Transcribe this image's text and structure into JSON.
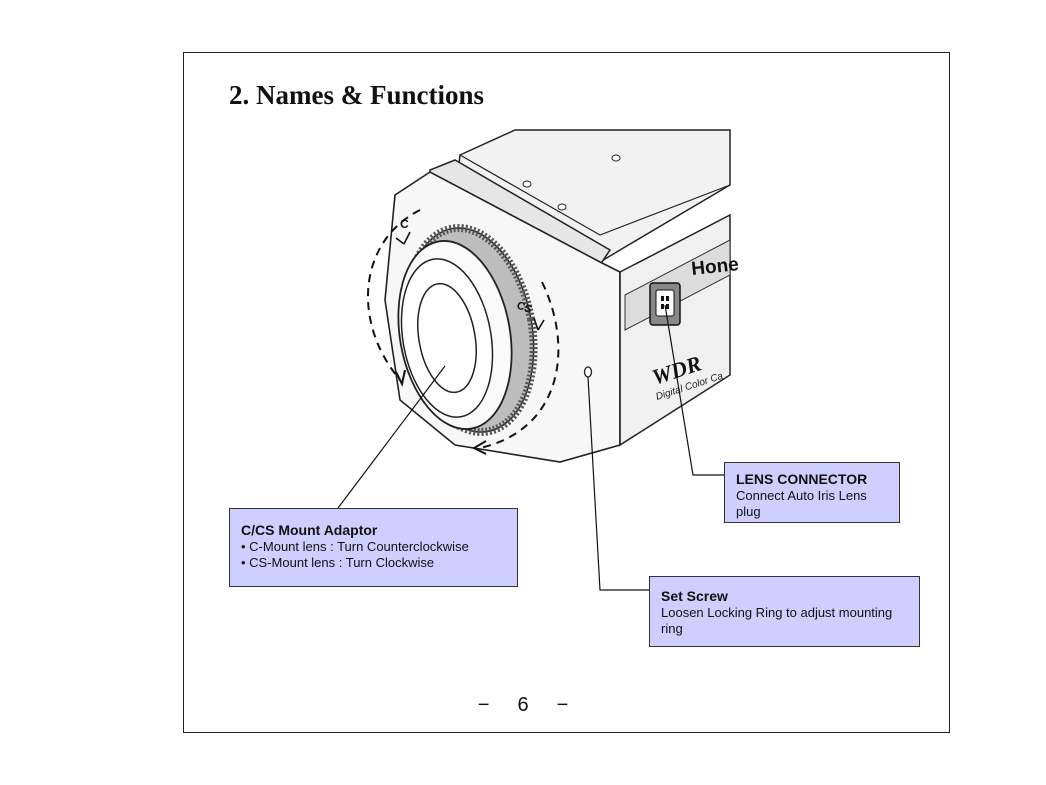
{
  "page": {
    "title": "2. Names & Functions",
    "number": "6",
    "dash": "−"
  },
  "illustration": {
    "brand_fragment": "Hone",
    "logo_fragment": "WDR",
    "subtitle_fragment": "Digital Color Ca",
    "ring_label_c": "C",
    "ring_label_cs": "CS"
  },
  "callouts": {
    "lens_connector": {
      "heading": "LENS CONNECTOR",
      "lines": [
        "Connect Auto Iris Lens",
        "plug"
      ]
    },
    "mount_adaptor": {
      "heading": "C/CS Mount Adaptor",
      "lines": [
        "• C-Mount lens :  Turn Counterclockwise",
        "• CS-Mount lens :  Turn Clockwise"
      ]
    },
    "set_screw": {
      "heading": "Set Screw",
      "lines": [
        "Loosen Locking Ring to adjust mounting",
        "ring"
      ]
    }
  }
}
